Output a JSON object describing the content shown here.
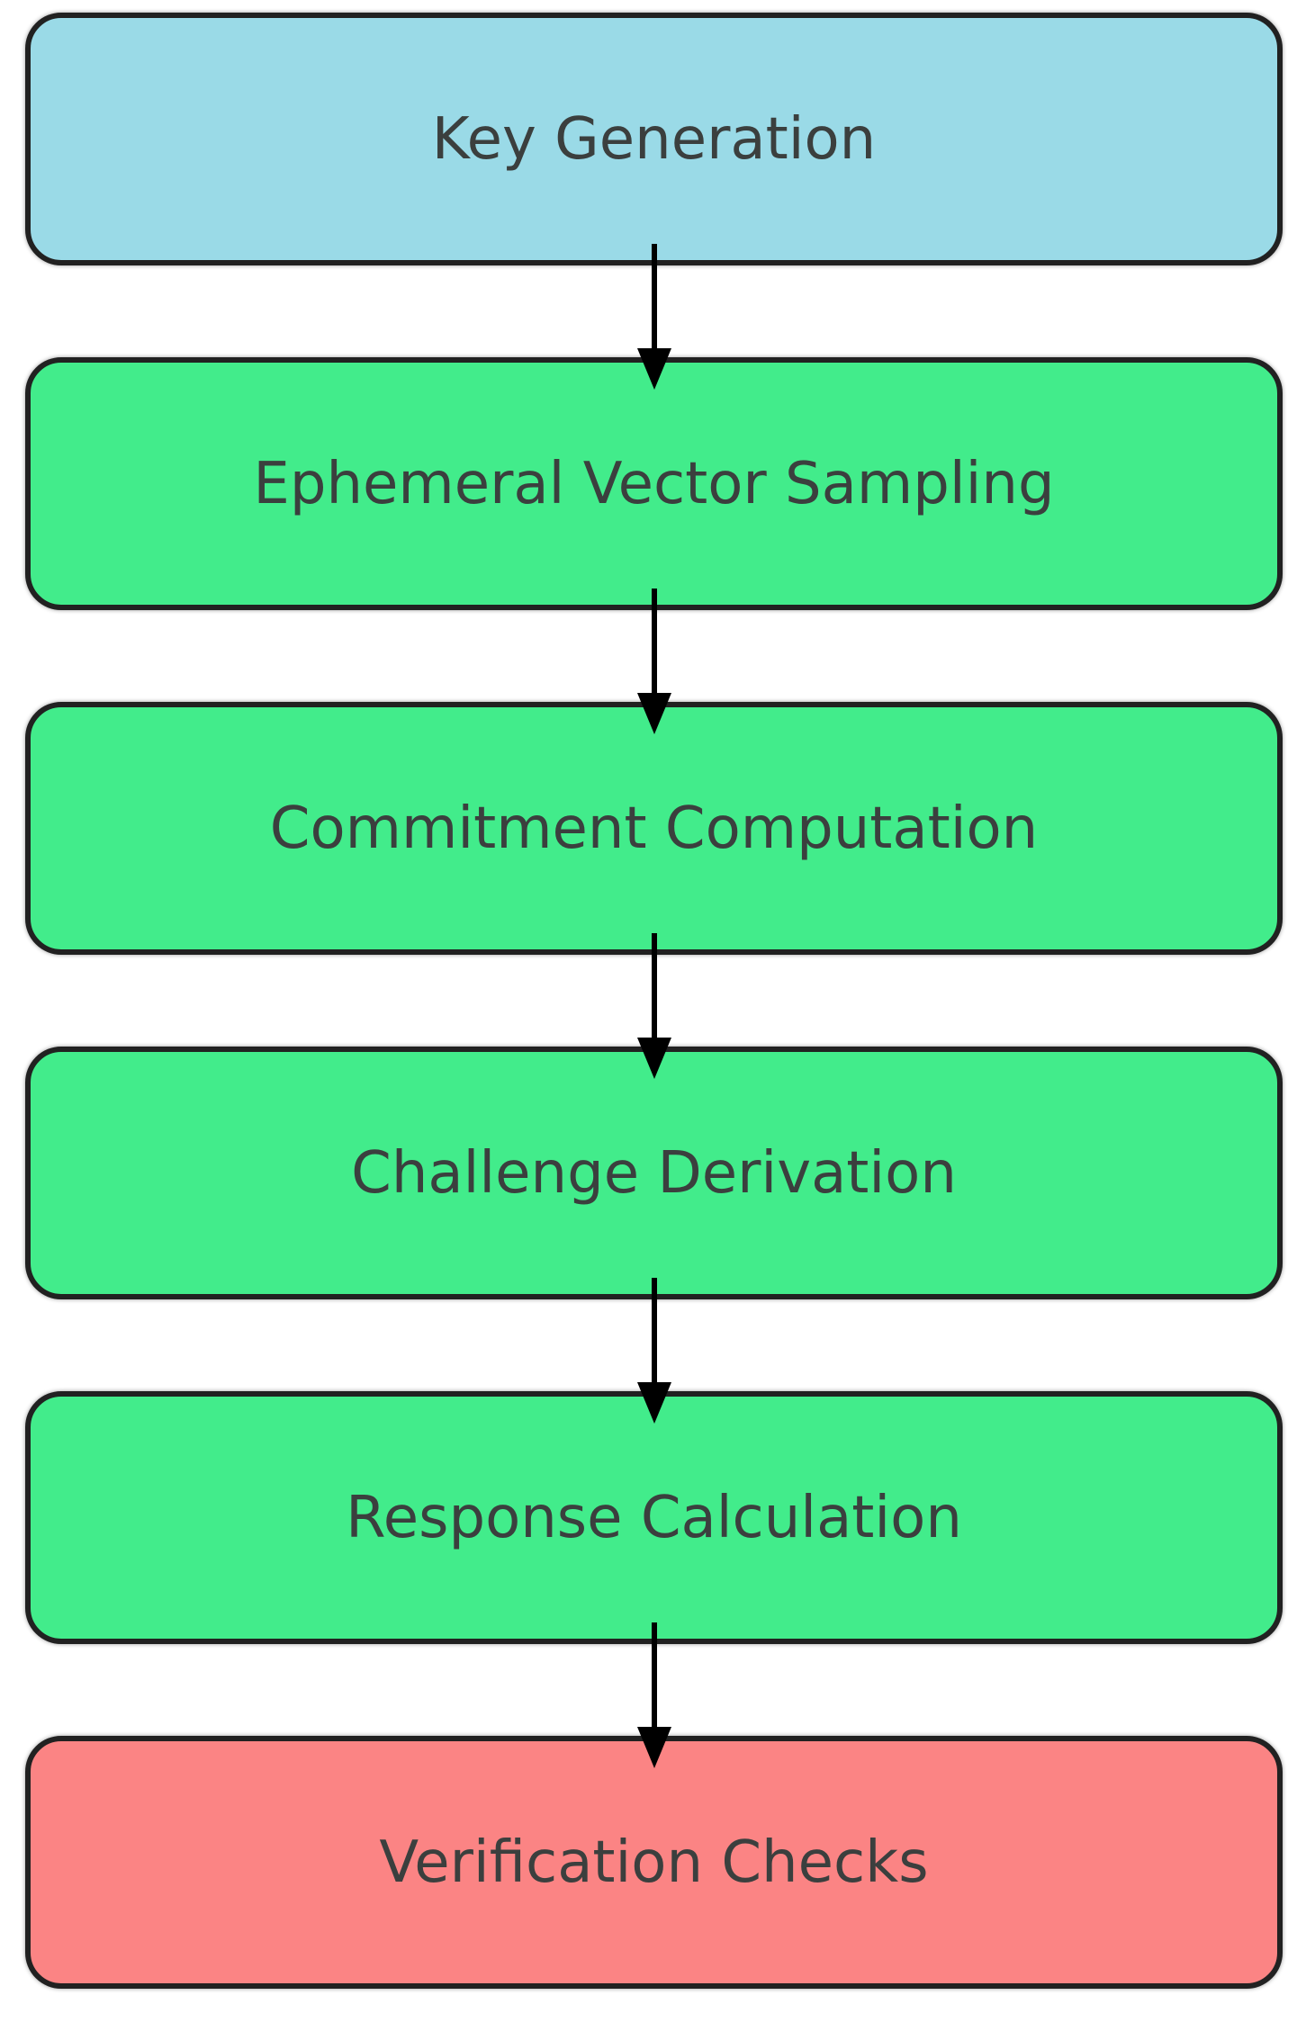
{
  "diagram": {
    "type": "flowchart",
    "direction": "top-to-bottom",
    "nodes": [
      {
        "id": "key-generation",
        "label": "Key Generation",
        "fill": "#9adae7",
        "role": "start"
      },
      {
        "id": "ephemeral-vector-sampling",
        "label": "Ephemeral Vector Sampling",
        "fill": "#42ec8b",
        "role": "process"
      },
      {
        "id": "commitment-computation",
        "label": "Commitment Computation",
        "fill": "#42ec8b",
        "role": "process"
      },
      {
        "id": "challenge-derivation",
        "label": "Challenge Derivation",
        "fill": "#42ec8b",
        "role": "process"
      },
      {
        "id": "response-calculation",
        "label": "Response Calculation",
        "fill": "#42ec8b",
        "role": "process"
      },
      {
        "id": "verification-checks",
        "label": "Verification Checks",
        "fill": "#fb8484",
        "role": "end"
      }
    ],
    "edges": [
      {
        "from": "key-generation",
        "to": "ephemeral-vector-sampling"
      },
      {
        "from": "ephemeral-vector-sampling",
        "to": "commitment-computation"
      },
      {
        "from": "commitment-computation",
        "to": "challenge-derivation"
      },
      {
        "from": "challenge-derivation",
        "to": "response-calculation"
      },
      {
        "from": "response-calculation",
        "to": "verification-checks"
      }
    ],
    "colors": {
      "background": "#ffffff",
      "node_border": "#212121",
      "node_text": "#3b3f3e",
      "arrow": "#000000",
      "start_fill": "#9adae7",
      "process_fill": "#42ec8b",
      "end_fill": "#fb8484"
    }
  }
}
